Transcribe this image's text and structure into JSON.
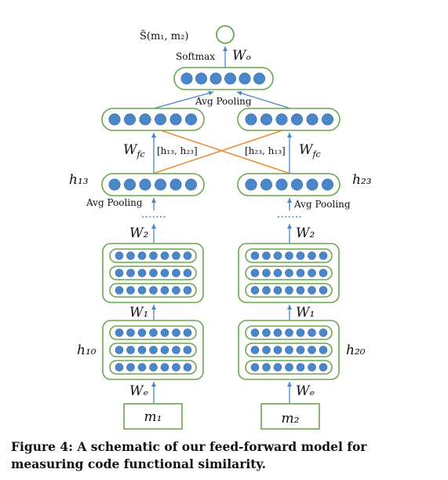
{
  "labels": {
    "output_score": "S̃(m₁, m₂)",
    "softmax": "Softmax",
    "w_o": "Wₒ",
    "avg_pooling_top": "Avg Pooling",
    "w_fc_left": "W_fc",
    "w_fc_right": "W_fc",
    "concat_left": "[h₁₃, h₂₃]",
    "concat_right": "[h₂₃, h₁₃]",
    "h13": "h₁₃",
    "h23": "h₂₃",
    "avg_pooling_left": "Avg Pooling",
    "avg_pooling_right": "Avg Pooling",
    "w2_left": "W₂",
    "w2_right": "W₂",
    "w1_left": "W₁",
    "w1_right": "W₁",
    "h10": "h₁₀",
    "h20": "h₂₀",
    "we_left": "Wₑ",
    "we_right": "Wₑ",
    "input_left": "m₁",
    "input_right": "m₂"
  },
  "caption": "Figure 4: A schematic of our feed-forward model for measuring code functional similarity.",
  "colors": {
    "neuron": "#4a86c8",
    "box_outline": "#6aa84f",
    "arrow": "#4a86c8",
    "cross_connection": "#f08a30"
  }
}
